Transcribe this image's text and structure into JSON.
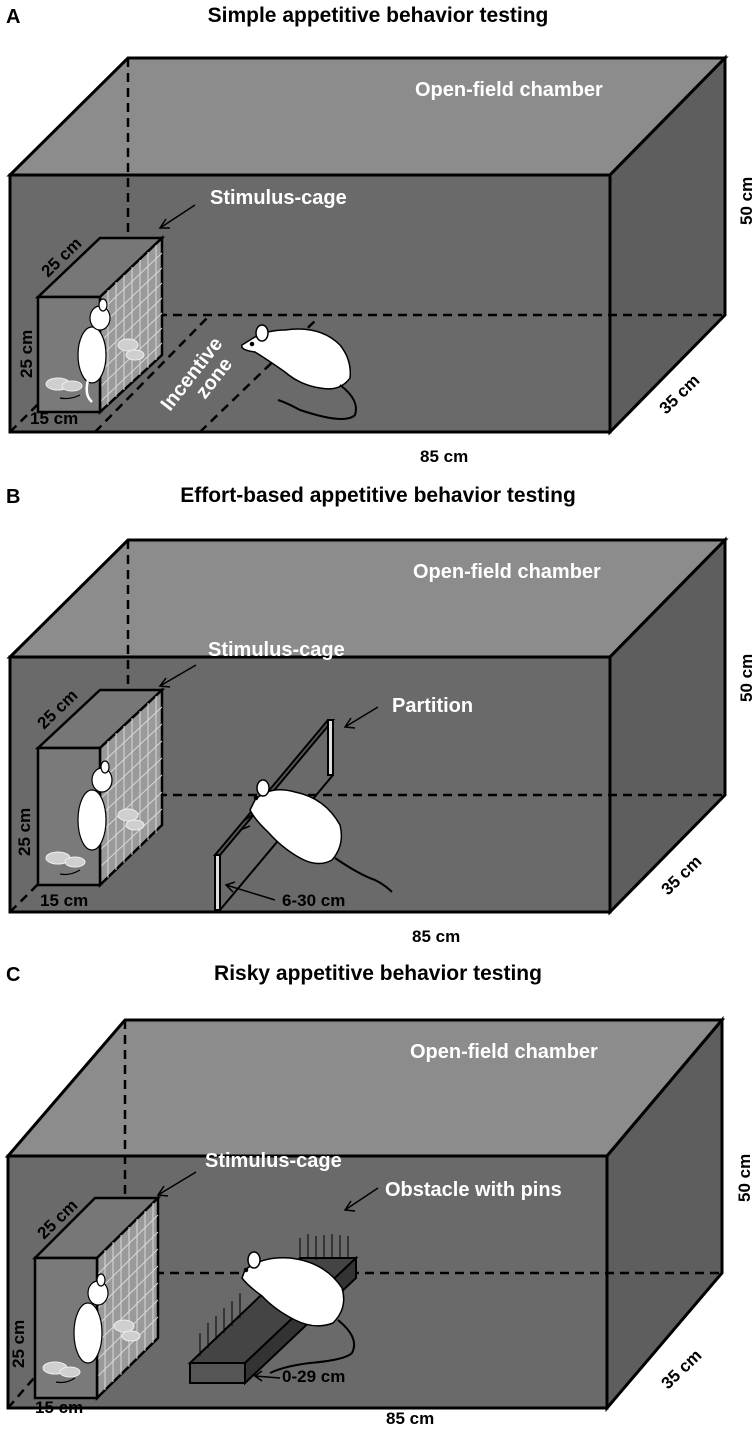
{
  "panels": [
    {
      "letter": "A",
      "title": "Simple appetitive behavior testing",
      "chamber_label": "Open-field chamber",
      "cage_label": "Stimulus-cage",
      "cage_depth": "25 cm",
      "cage_height": "25 cm",
      "cage_width": "15 cm",
      "zone_label_1": "Incentive",
      "zone_label_2": "zone",
      "height": "50 cm",
      "depth": "35 cm",
      "length": "85 cm"
    },
    {
      "letter": "B",
      "title": "Effort-based appetitive behavior testing",
      "chamber_label": "Open-field chamber",
      "cage_label": "Stimulus-cage",
      "cage_depth": "25 cm",
      "cage_height": "25 cm",
      "cage_width": "15 cm",
      "obstacle_label": "Partition",
      "obstacle_size": "6-30 cm",
      "height": "50 cm",
      "depth": "35 cm",
      "length": "85 cm"
    },
    {
      "letter": "C",
      "title": "Risky appetitive behavior testing",
      "chamber_label": "Open-field chamber",
      "cage_label": "Stimulus-cage",
      "cage_depth": "25 cm",
      "cage_height": "25 cm",
      "cage_width": "15 cm",
      "obstacle_label": "Obstacle with pins",
      "obstacle_size": "0-29 cm",
      "height": "50 cm",
      "depth": "35 cm",
      "length": "85 cm"
    }
  ]
}
